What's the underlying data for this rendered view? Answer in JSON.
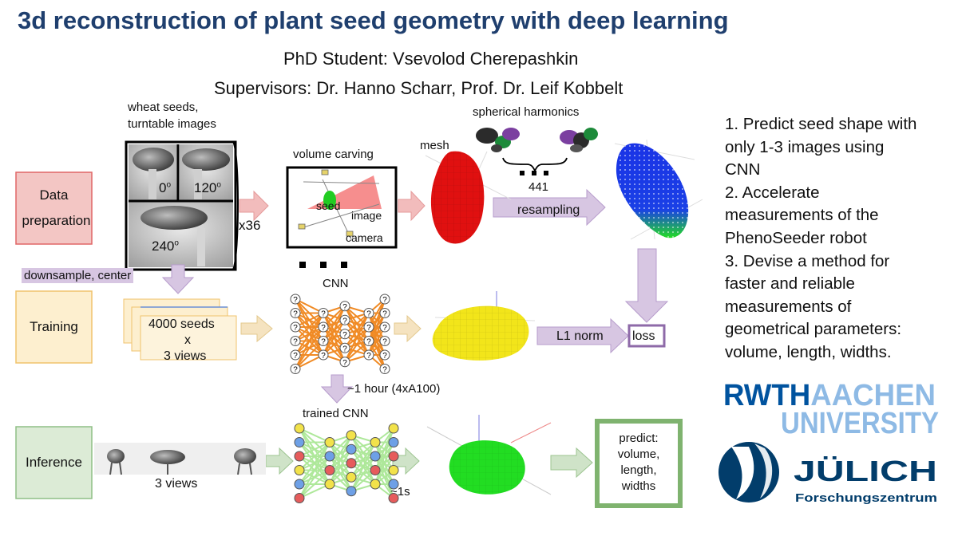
{
  "title": "3d reconstruction of plant seed geometry with deep learning",
  "student": "PhD Student: Vsevolod Cherepashkin",
  "supervisors": "Supervisors: Dr. Hanno Scharr, Prof. Dr. Leif Kobbelt",
  "stages": {
    "data_preparation": "Data preparation",
    "training": "Training",
    "inference": "Inference"
  },
  "labels": {
    "wheat_seeds": "wheat seeds,",
    "turntable": "turntable images",
    "angle_0": "0",
    "angle_120": "120",
    "angle_240": "240",
    "degree_mark": "o",
    "x36": "x36",
    "volume_carving": "volume carving",
    "seed": "seed",
    "image": "image",
    "camera": "camera",
    "mesh": "mesh",
    "spherical_harmonics": "spherical harmonics",
    "n441": "441",
    "resampling": "resampling",
    "downsample": "downsample, center",
    "seeds_count": "4000 seeds",
    "times": "x",
    "three_views": "3 views",
    "cnn": "CNN",
    "qmark": "?",
    "l1norm": "L1 norm",
    "loss": "loss",
    "training_time": "~1 hour (4xA100)",
    "trained_cnn": "trained CNN",
    "three_views_inference": "3 views",
    "inference_time": "~1s",
    "predict": [
      "predict:",
      "volume,",
      "length,",
      "widths"
    ]
  },
  "objectives": [
    "1. Predict seed shape with",
    "only 1-3 images using",
    "CNN",
    "2. Accelerate",
    "measurements of the",
    "PhenoSeeder robot",
    "3. Devise a method for",
    "faster and reliable",
    "measurements of",
    "geometrical parameters:",
    "volume, length, widths."
  ],
  "logos": {
    "rwth_line1_a": "RWTH",
    "rwth_line1_b": "AACHEN",
    "rwth_line2": "UNIVERSITY",
    "julich_name": "JÜLICH",
    "julich_sub": "Forschungszentrum"
  },
  "colors": {
    "title": "#1f3f6e",
    "data_prep_fill": "#f3c6c4",
    "data_prep_border": "#e06666",
    "training_fill": "#fdefcf",
    "training_border": "#f0c36d",
    "inference_fill": "#dcebd6",
    "inference_border": "#8fbf86",
    "arrow_pink": "#f2bcbc",
    "arrow_purple": "#d7c6e2",
    "arrow_tan": "#f5e3c0",
    "arrow_green": "#cfe3c8",
    "mesh_red": "#e01010",
    "mesh_yellow": "#f2e51a",
    "mesh_green": "#22dd22",
    "mesh_blue": "#1a33e6",
    "rwth_blue": "#00539f",
    "rwth_light": "#8ebae5",
    "julich_blue": "#023d6b",
    "predict_border": "#7fb36f",
    "loss_border": "#8e6aa8"
  }
}
